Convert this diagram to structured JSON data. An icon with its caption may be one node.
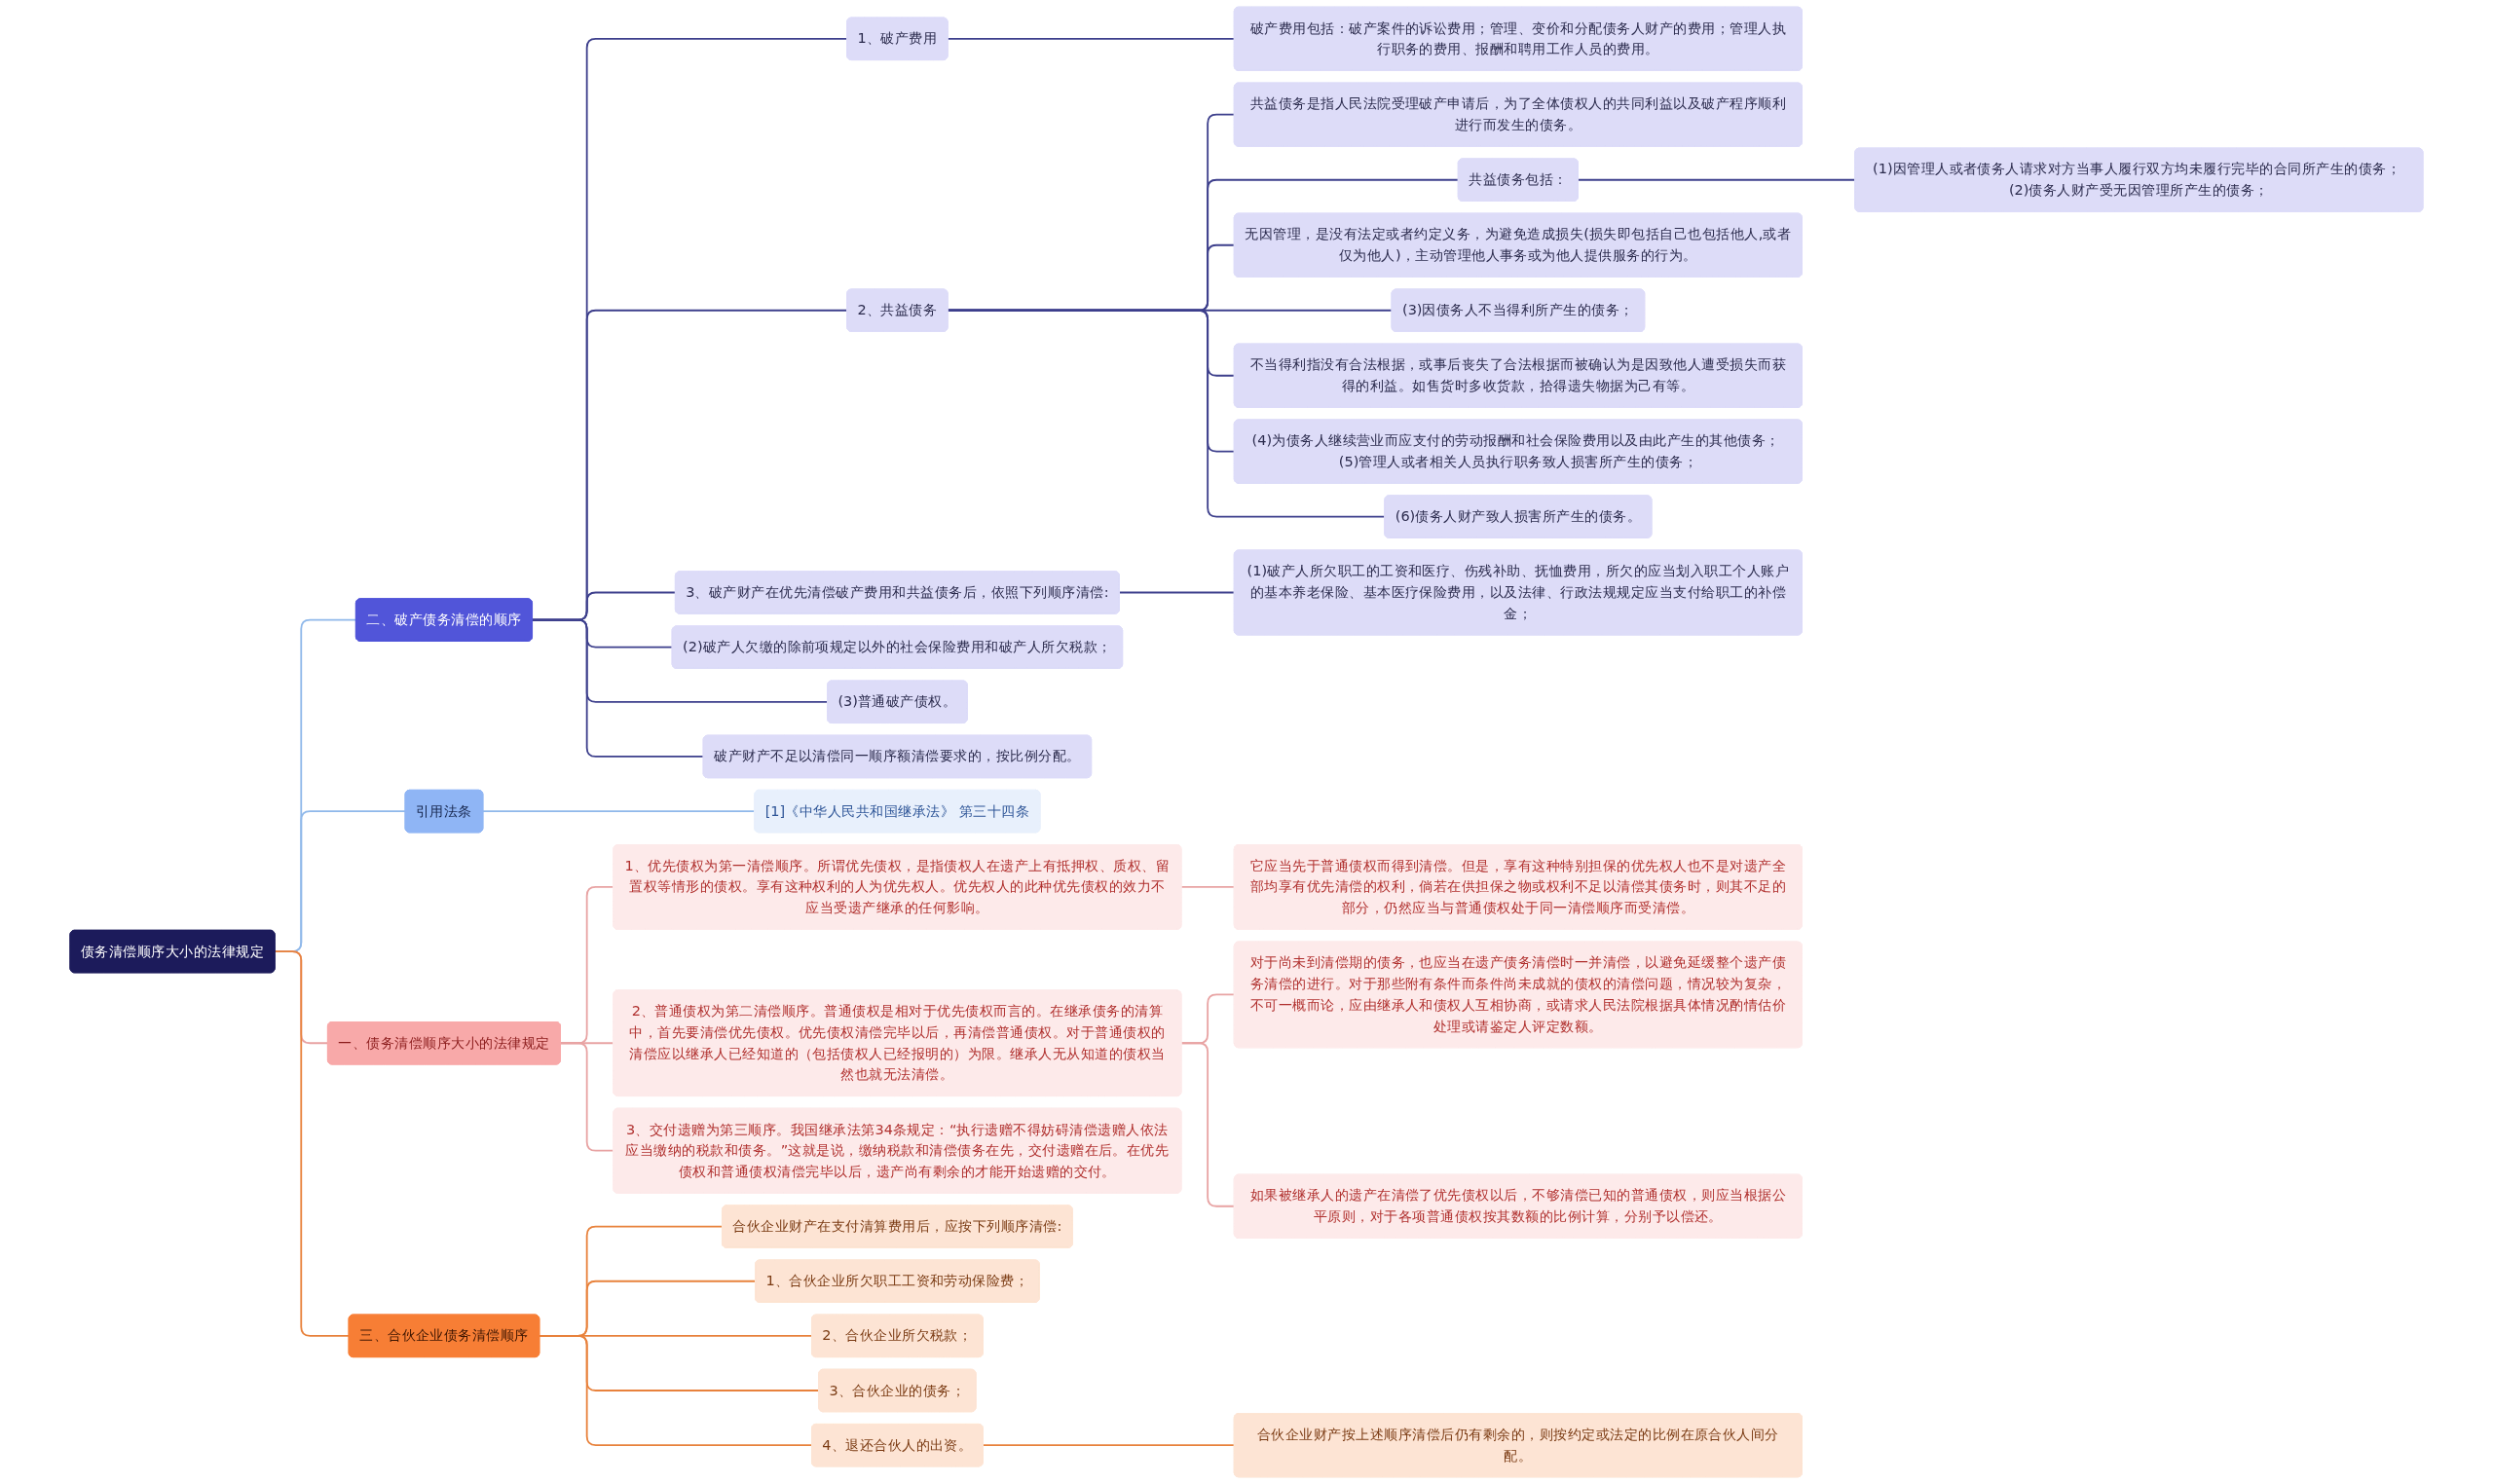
{
  "diagram": {
    "nodes": [
      {
        "text": [
          "债务清偿顺序大小的法律规定"
        ]
      },
      {
        "text": [
          "二、破产债务清偿的顺序"
        ]
      },
      {
        "text": [
          "1、破产费用"
        ]
      },
      {
        "text": [
          "破产费用包括：破产案件的诉讼费用；管理、变价和分配债务人财产的费用；管理人执行职务的费用、报酬和聘用工作人员的费用。"
        ]
      },
      {
        "text": [
          "2、共益债务"
        ]
      },
      {
        "text": [
          "共益债务是指人民法院受理破产申请后，为了全体债权人的共同利益以及破产程序顺利进行而发生的债务。"
        ]
      },
      {
        "text": [
          "共益债务包括："
        ]
      },
      {
        "text": [
          "(1)因管理人或者债务人请求对方当事人履行双方均未履行完毕的合同所产生的债务； (2)债务人财产受无因管理所产生的债务；"
        ]
      },
      {
        "text": [
          "无因管理，是没有法定或者约定义务，为避免造成损失(损失即包括自己也包括他人,或者仅为他人)，主动管理他人事务或为他人提供服务的行为。"
        ]
      },
      {
        "text": [
          "(3)因债务人不当得利所产生的债务；"
        ]
      },
      {
        "text": [
          "不当得利指没有合法根据，或事后丧失了合法根据而被确认为是因致他人遭受损失而获得的利益。如售货时多收货款，拾得遗失物据为己有等。"
        ]
      },
      {
        "text": [
          "(4)为债务人继续营业而应支付的劳动报酬和社会保险费用以及由此产生的其他债务； (5)管理人或者相关人员执行职务致人损害所产生的债务；"
        ]
      },
      {
        "text": [
          "(6)债务人财产致人损害所产生的债务。"
        ]
      },
      {
        "text": [
          "3、破产财产在优先清偿破产费用和共益债务后，依照下列顺序清偿:"
        ]
      },
      {
        "text": [
          "(1)破产人所欠职工的工资和医疗、伤残补助、抚恤费用，所欠的应当划入职工个人账户的基本养老保险、基本医疗保险费用，以及法律、行政法规规定应当支付给职工的补偿金；"
        ]
      },
      {
        "text": [
          "(2)破产人欠缴的除前项规定以外的社会保险费用和破产人所欠税款；"
        ]
      },
      {
        "text": [
          "(3)普通破产债权。"
        ]
      },
      {
        "text": [
          "破产财产不足以清偿同一顺序额清偿要求的，按比例分配。"
        ]
      },
      {
        "text": [
          "引用法条"
        ]
      },
      {
        "text": [
          "[1]《中华人民共和国继承法》 第三十四条"
        ]
      },
      {
        "text": [
          "一、债务清偿顺序大小的法律规定"
        ]
      },
      {
        "text": [
          "1、优先债权为第一清偿顺序。所谓优先债权，是指债权人在遗产上有抵押权、质权、留置权等情形的债权。享有这种权利的人为优先权人。优先权人的此种优先债权的效力不应当受遗产继承的任何影响。"
        ]
      },
      {
        "text": [
          "它应当先于普通债权而得到清偿。但是，享有这种特别担保的优先权人也不是对遗产全部均享有优先清偿的权利，倘若在供担保之物或权利不足以清偿其债务时，则其不足的部分，仍然应当与普通债权处于同一清偿顺序而受清偿。"
        ]
      },
      {
        "text": [
          "2、普通债权为第二清偿顺序。普通债权是相对于优先债权而言的。在继承债务的清算中，首先要清偿优先债权。优先债权清偿完毕以后，再清偿普通债权。对于普通债权的清偿应以继承人已经知道的（包括债权人已经报明的）为限。继承人无从知道的债权当然也就无法清偿。"
        ]
      },
      {
        "text": [
          "对于尚未到清偿期的债务，也应当在遗产债务清偿时一并清偿，以避免延缓整个遗产债务清偿的进行。对于那些附有条件而条件尚未成就的债权的清偿问题，情况较为复杂，不可一概而论，应由继承人和债权人互相协商，或请求人民法院根据具体情况酌情估价处理或请鉴定人评定数额。"
        ]
      },
      {
        "text": [
          "如果被继承人的遗产在清偿了优先债权以后，不够清偿已知的普通债权，则应当根据公平原则，对于各项普通债权按其数额的比例计算，分别予以偿还。"
        ]
      },
      {
        "text": [
          "3、交付遗赠为第三顺序。我国继承法第34条规定：“执行遗赠不得妨碍清偿遗赠人依法应当缴纳的税款和债务。”这就是说，缴纳税款和清偿债务在先，交付遗赠在后。在优先债权和普通债权清偿完毕以后，遗产尚有剩余的才能开始遗赠的交付。"
        ]
      },
      {
        "text": [
          "三、合伙企业债务清偿顺序"
        ]
      },
      {
        "text": [
          "合伙企业财产在支付清算费用后，应按下列顺序清偿:"
        ]
      },
      {
        "text": [
          "1、合伙企业所欠职工工资和劳动保险费；"
        ]
      },
      {
        "text": [
          "2、合伙企业所欠税款；"
        ]
      },
      {
        "text": [
          "3、合伙企业的债务；"
        ]
      },
      {
        "text": [
          "4、退还合伙人的出资。"
        ]
      },
      {
        "text": [
          "合伙企业财产按上述顺序清偿后仍有剩余的，则按约定或法定的比例在原合伙人间分配。"
        ]
      }
    ],
    "edges": [
      {
        "from": 0,
        "to": 1,
        "arrow": "none",
        "color": "#8fb8ea"
      },
      {
        "from": 1,
        "to": 2,
        "arrow": "none"
      },
      {
        "from": 2,
        "to": 3,
        "arrow": "none"
      },
      {
        "from": 1,
        "to": 4,
        "arrow": "none"
      },
      {
        "from": 4,
        "to": 5,
        "arrow": "none"
      },
      {
        "from": 4,
        "to": 6,
        "arrow": "none"
      },
      {
        "from": 6,
        "to": 7,
        "arrow": "none"
      },
      {
        "from": 4,
        "to": 8,
        "arrow": "none"
      },
      {
        "from": 4,
        "to": 9,
        "arrow": "none"
      },
      {
        "from": 4,
        "to": 10,
        "arrow": "none"
      },
      {
        "from": 4,
        "to": 11,
        "arrow": "none"
      },
      {
        "from": 4,
        "to": 12,
        "arrow": "none"
      },
      {
        "from": 1,
        "to": 13,
        "arrow": "none"
      },
      {
        "from": 13,
        "to": 14,
        "arrow": "none"
      },
      {
        "from": 1,
        "to": 15,
        "arrow": "none"
      },
      {
        "from": 1,
        "to": 16,
        "arrow": "none"
      },
      {
        "from": 1,
        "to": 17,
        "arrow": "none"
      },
      {
        "from": 0,
        "to": 18,
        "arrow": "none",
        "color": "#8fb8ea"
      },
      {
        "from": 18,
        "to": 19,
        "arrow": "none",
        "color": "#8fb8ea"
      },
      {
        "from": 0,
        "to": 20,
        "arrow": "none",
        "color": "#e8a3a3"
      },
      {
        "from": 20,
        "to": 21,
        "arrow": "none",
        "color": "#e8a3a3"
      },
      {
        "from": 21,
        "to": 22,
        "arrow": "none",
        "color": "#e8a3a3"
      },
      {
        "from": 20,
        "to": 23,
        "arrow": "none",
        "color": "#e8a3a3"
      },
      {
        "from": 23,
        "to": 24,
        "arrow": "none",
        "color": "#e8a3a3"
      },
      {
        "from": 23,
        "to": 25,
        "arrow": "none",
        "color": "#e8a3a3"
      },
      {
        "from": 20,
        "to": 26,
        "arrow": "none",
        "color": "#e8a3a3"
      },
      {
        "from": 0,
        "to": 27,
        "arrow": "none",
        "color": "#e8823c"
      },
      {
        "from": 27,
        "to": 28,
        "arrow": "none",
        "color": "#e8823c"
      },
      {
        "from": 27,
        "to": 29,
        "arrow": "none",
        "color": "#e8823c"
      },
      {
        "from": 27,
        "to": 30,
        "arrow": "none",
        "color": "#e8823c"
      },
      {
        "from": 27,
        "to": 31,
        "arrow": "none",
        "color": "#e8823c"
      },
      {
        "from": 27,
        "to": 32,
        "arrow": "none",
        "color": "#e8823c"
      },
      {
        "from": 32,
        "to": 33,
        "arrow": "none",
        "color": "#e8823c"
      }
    ]
  }
}
